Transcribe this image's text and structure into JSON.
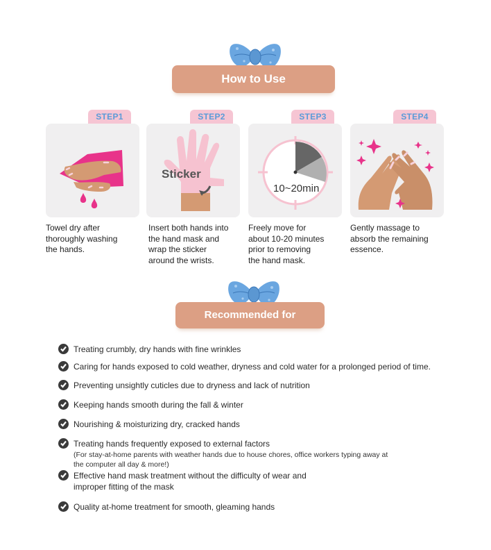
{
  "how_to_use": {
    "title": "How to Use",
    "steps": [
      {
        "label": "STEP1",
        "icon": "towel-dry-hands-icon",
        "description": [
          "Towel dry after",
          "thoroughly washing",
          "the hands."
        ]
      },
      {
        "label": "STEP2",
        "icon": "glove-sticker-icon",
        "image_text": "Sticker",
        "description": [
          "Insert both hands into",
          "the hand mask and",
          "wrap the sticker",
          "around the wrists."
        ]
      },
      {
        "label": "STEP3",
        "icon": "timer-icon",
        "image_text": "10~20min",
        "description": [
          "Freely move for",
          "about 10-20 minutes",
          "prior to removing",
          "the hand mask."
        ]
      },
      {
        "label": "STEP4",
        "icon": "massage-hands-icon",
        "description": [
          "Gently massage to",
          "absorb the remaining",
          "essence."
        ]
      }
    ]
  },
  "recommended": {
    "title": "Recommended for",
    "items": [
      {
        "text": "Treating crumbly, dry hands with fine wrinkles"
      },
      {
        "text": "Caring for hands exposed to cold weather, dryness and cold water for a prolonged period of time."
      },
      {
        "text": "Preventing unsightly cuticles due to dryness and lack of nutrition"
      },
      {
        "text": "Keeping hands smooth during the fall & winter"
      },
      {
        "text": "Nourishing & moisturizing dry, cracked hands"
      },
      {
        "text": "Treating hands frequently exposed to external factors",
        "sub": [
          "(For stay-at-home parents with weather hands due to house chores, office workers typing away at",
          "the computer all day & more!)"
        ]
      },
      {
        "text": "Effective hand mask treatment without the difficulty of wear and",
        "text2": "improper fitting of the mask"
      },
      {
        "text": "Quality at-home treatment for smooth, gleaming hands"
      }
    ]
  },
  "colors": {
    "banner": "#dc9f84",
    "bow": "#6aa6e0",
    "step_tab": "#f6c5d3",
    "step_text": "#5b9bd8",
    "card_bg": "#f0eff0",
    "accent_pink": "#e8338a",
    "skin": "#d49a73",
    "check": "#3a3a3a"
  }
}
